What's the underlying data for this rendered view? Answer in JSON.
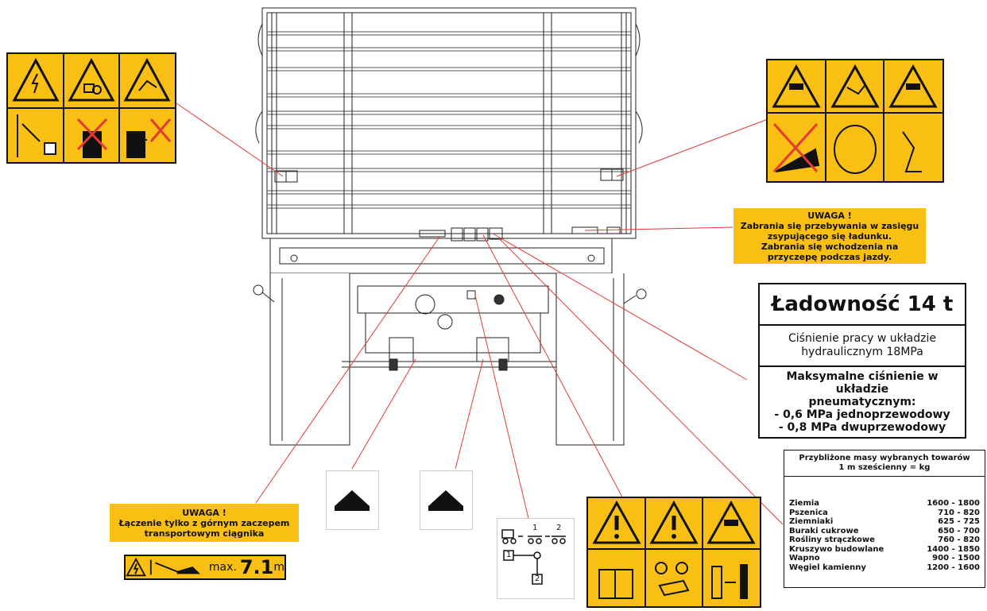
{
  "warning_top_right": {
    "title": "UWAGA !",
    "lines": [
      "Zabrania się przebywania w zasięgu",
      "zsypującego się ładunku.",
      "Zabrania się wchodzenia na",
      "przyczepę podczas jazdy."
    ]
  },
  "warning_bottom_left": {
    "title": "UWAGA !",
    "lines": [
      "Łączenie tylko z górnym zaczepem",
      "transportowym ciągnika"
    ]
  },
  "height_sticker": {
    "prefix": "max.",
    "value": "7.1",
    "unit": "m"
  },
  "capacity": {
    "title": "Ładowność 14 t",
    "hydraulic": [
      "Ciśnienie pracy w układzie",
      "hydraulicznym 18MPa"
    ],
    "pneumatic": [
      "Maksymalne ciśnienie w układzie",
      "pneumatycznym:",
      "- 0,6 MPa jednoprzewodowy",
      "- 0,8 MPa dwuprzewodowy"
    ]
  },
  "mass_table": {
    "header": [
      "Przybliżone masy wybranych towarów",
      "1 m sześcienny = kg"
    ],
    "rows": [
      {
        "name": "Ziemia",
        "range": "1600 - 1800"
      },
      {
        "name": "Pszenica",
        "range": "710 - 820"
      },
      {
        "name": "Ziemniaki",
        "range": "625 - 725"
      },
      {
        "name": "Buraki cukrowe",
        "range": "650 - 700"
      },
      {
        "name": "Rośliny strączkowe",
        "range": "760 - 820"
      },
      {
        "name": "Kruszywo budowlane",
        "range": "1400 - 1850"
      },
      {
        "name": "Wapno",
        "range": "900 - 1500"
      },
      {
        "name": "Węgiel kamienny",
        "range": "1200 - 1600"
      }
    ]
  },
  "connector_labels": {
    "one": "1",
    "two": "2"
  },
  "colors": {
    "sticker_yellow": "#f9c013",
    "leader_line": "#e53935",
    "outline": "#111111"
  }
}
